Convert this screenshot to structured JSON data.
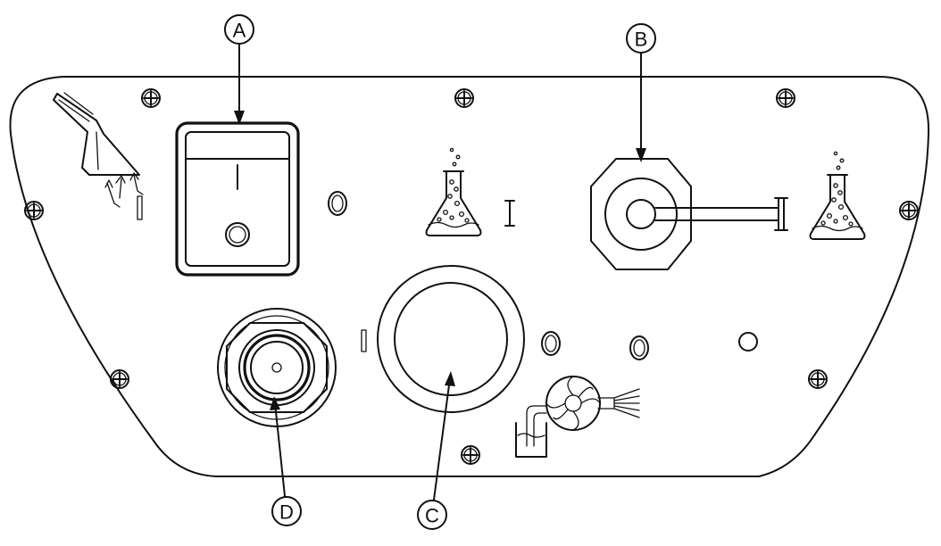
{
  "callouts": {
    "a": {
      "label": "A"
    },
    "b": {
      "label": "B"
    },
    "c": {
      "label": "C"
    },
    "d": {
      "label": "D"
    }
  },
  "icons": [
    "wand-icon",
    "flask-icon",
    "pump-icon",
    "screw-icon"
  ]
}
